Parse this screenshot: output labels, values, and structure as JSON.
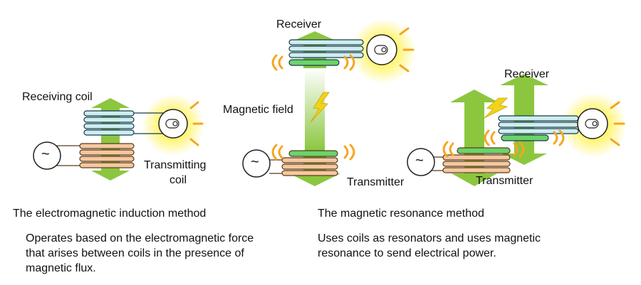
{
  "induction": {
    "receiving_coil_label": "Receiving coil",
    "transmitting_coil_label_line1": "Transmitting",
    "transmitting_coil_label_line2": "coil",
    "source_symbol": "~",
    "method_title": "The electromagnetic induction method",
    "description": "Operates based on the electromagnetic force that arises between coils in the presence of magnetic flux."
  },
  "resonance_vertical": {
    "receiver_label": "Receiver",
    "magnetic_field_label": "Magnetic field",
    "transmitter_label": "Transmitter",
    "source_symbol": "~"
  },
  "resonance_offset": {
    "receiver_label": "Receiver",
    "transmitter_label": "Transmitter",
    "source_symbol": "~",
    "method_title": "The magnetic resonance method",
    "description": "Uses coils as resonators and uses magnetic resonance to send electrical power."
  },
  "colors": {
    "arrow_green": "#8cc63f",
    "coil_receive_fill": "#cdeef0",
    "coil_transmit_fill": "#f5c8a0",
    "coil_resonator_fill": "#6ad46a",
    "wave_orange": "#f5a623",
    "glow_yellow": "#fff35a",
    "bolt_yellow": "#f2d21a"
  },
  "icons": [
    "ac-source-icon",
    "light-bulb-icon",
    "lightning-bolt-icon",
    "resonance-wave-icon",
    "magnetic-field-arrow"
  ]
}
